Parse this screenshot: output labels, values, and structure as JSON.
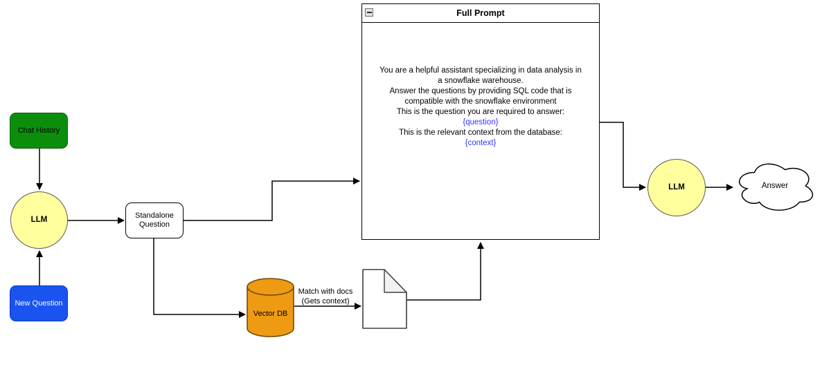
{
  "canvas": {
    "background": "#ffffff",
    "edge_color": "#000000"
  },
  "nodes": {
    "chat_history": {
      "label": "Chat History",
      "fill": "#0c8e0c",
      "stroke": "#056405",
      "text_color": "#000000"
    },
    "new_question": {
      "label": "New Question",
      "fill": "#1a53f0",
      "stroke": "#0d35c0",
      "text_color": "#ffffff"
    },
    "llm_left": {
      "label": "LLM",
      "fill": "#ffff9e",
      "stroke": "#595959"
    },
    "llm_right": {
      "label": "LLM",
      "fill": "#ffff9e",
      "stroke": "#595959"
    },
    "standalone_question": {
      "label": "Standalone Question",
      "fill": "#ffffff",
      "stroke": "#000000"
    },
    "vector_db": {
      "label": "Vector DB",
      "fill": "#ef9a13",
      "stroke": "#6d4c01"
    },
    "document": {
      "fill": "#ffffff",
      "fold_fill": "#f2f2f2",
      "stroke": "#3f3f3f"
    },
    "answer": {
      "label": "Answer",
      "fill": "#ffffff",
      "stroke": "#000000"
    }
  },
  "edge_labels": {
    "match_line1": "Match with docs",
    "match_line2": "(Gets context)"
  },
  "full_prompt": {
    "title": "Full Prompt",
    "lines": [
      "You are a helpful assistant specializing in data analysis in",
      "a snowflake warehouse.",
      "Answer the questions by providing SQL code that is",
      "compatible with the snowflake environment",
      "This is the question you are required to answer:",
      "{question}",
      "This is the relevant context from the database:",
      "{context}"
    ],
    "highlight_color": "#3333ff"
  }
}
